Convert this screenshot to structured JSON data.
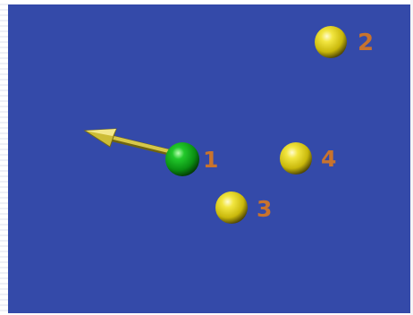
{
  "colors": {
    "background": "#344aa9",
    "selected_atom": "#0fa018",
    "atom": "#d8c914",
    "label": "#c8732d",
    "vector": "#c9b72c"
  },
  "atoms": [
    {
      "id": "atom-1",
      "label": "1",
      "selected": true
    },
    {
      "id": "atom-2",
      "label": "2",
      "selected": false
    },
    {
      "id": "atom-3",
      "label": "3",
      "selected": false
    },
    {
      "id": "atom-4",
      "label": "4",
      "selected": false
    }
  ]
}
